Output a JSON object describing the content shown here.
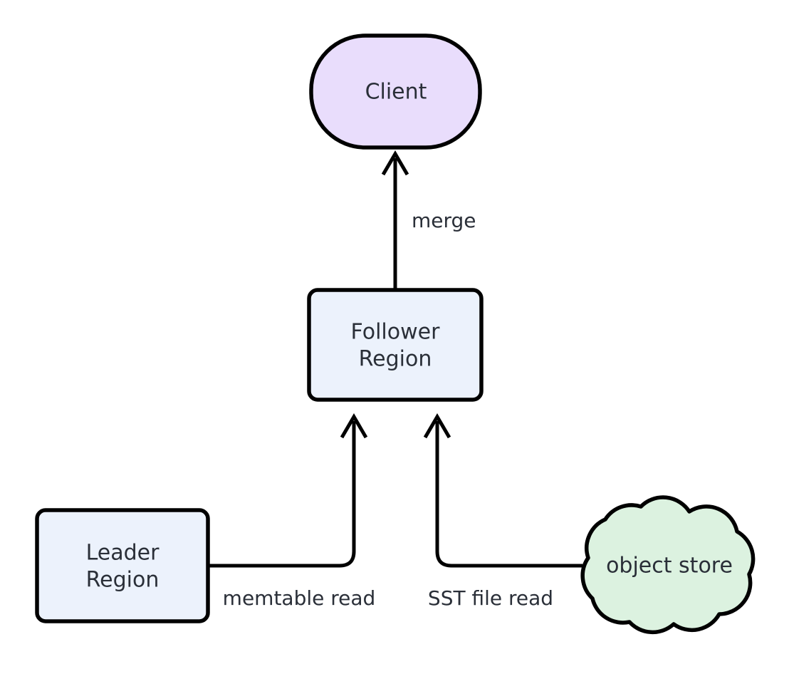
{
  "diagram": {
    "type": "flowchart",
    "direction": "bottom-to-top",
    "background": "#ffffff",
    "nodes": [
      {
        "id": "client",
        "label": "Client",
        "shape": "stadium",
        "fill": "#e9ddfc",
        "stroke": "#000000"
      },
      {
        "id": "follower",
        "label_line1": "Follower",
        "label_line2": "Region",
        "shape": "rounded-rect",
        "fill": "#ecf2fc",
        "stroke": "#000000"
      },
      {
        "id": "leader",
        "label_line1": "Leader",
        "label_line2": "Region",
        "shape": "rounded-rect",
        "fill": "#ecf2fc",
        "stroke": "#000000"
      },
      {
        "id": "object_store",
        "label": "object store",
        "shape": "cloud",
        "fill": "#dcf2e0",
        "stroke": "#000000"
      }
    ],
    "edges": [
      {
        "id": "follower-to-client",
        "from": "follower",
        "to": "client",
        "label": "merge",
        "arrow": "to"
      },
      {
        "id": "leader-to-follower",
        "from": "leader",
        "to": "follower",
        "label": "memtable read",
        "arrow": "to"
      },
      {
        "id": "objectstore-to-follower",
        "from": "object_store",
        "to": "follower",
        "label": "SST file read",
        "arrow": "to"
      }
    ]
  }
}
